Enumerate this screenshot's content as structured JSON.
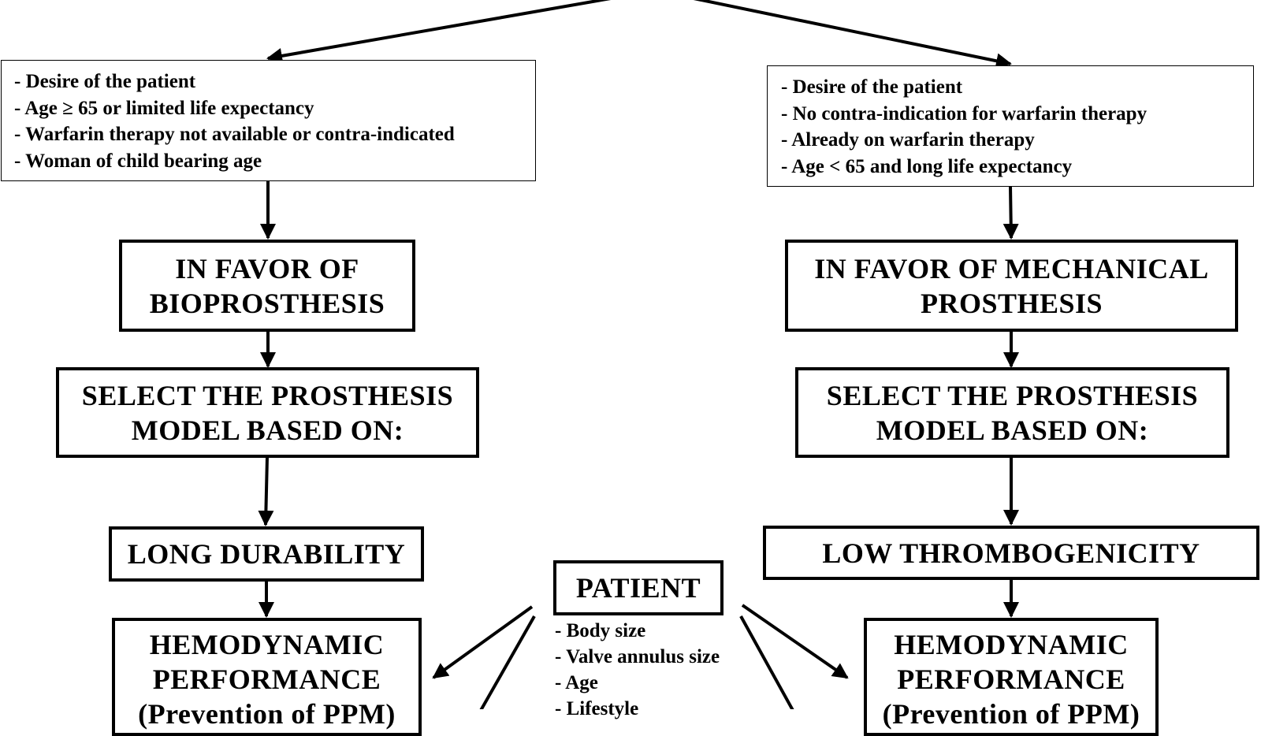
{
  "bio_criteria": [
    "- Desire of the patient",
    "- Age ≥ 65  or limited life expectancy",
    "- Warfarin therapy not available or contra-indicated",
    "- Woman of child bearing age"
  ],
  "mech_criteria": [
    "- Desire of the patient",
    "- No contra-indication for warfarin therapy",
    "- Already on warfarin therapy",
    "- Age < 65 and long life expectancy"
  ],
  "bio_favor": [
    "IN FAVOR OF",
    "BIOPROSTHESIS"
  ],
  "mech_favor": [
    "IN FAVOR OF MECHANICAL",
    "PROSTHESIS"
  ],
  "bio_select": [
    "SELECT THE PROSTHESIS",
    "MODEL BASED ON:"
  ],
  "mech_select": [
    "SELECT THE PROSTHESIS",
    "MODEL BASED ON:"
  ],
  "bio_durability": "LONG DURABILITY",
  "mech_thrombo": "LOW THROMBOGENICITY",
  "patient": {
    "title": "PATIENT",
    "factors": [
      "- Body size",
      "- Valve annulus size",
      "- Age",
      "- Lifestyle"
    ]
  },
  "bio_hemo": [
    "HEMODYNAMIC",
    "PERFORMANCE",
    "(Prevention of PPM)"
  ],
  "mech_hemo": [
    "HEMODYNAMIC",
    "PERFORMANCE",
    "(Prevention of PPM)"
  ]
}
